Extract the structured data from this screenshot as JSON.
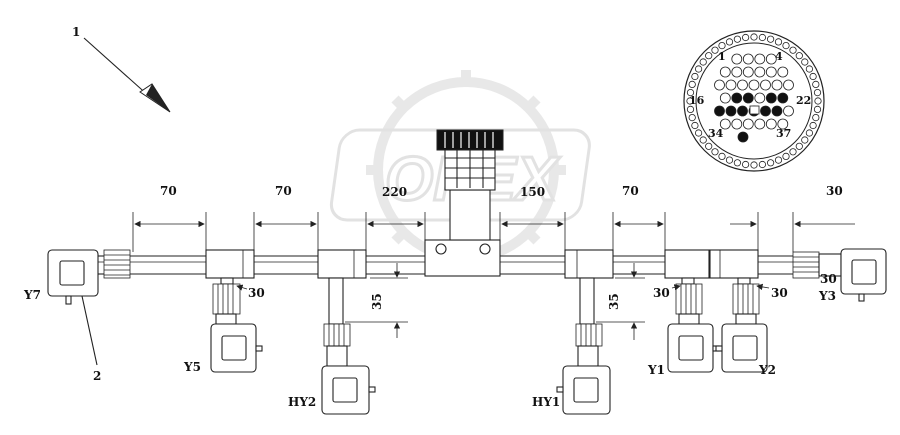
{
  "callouts": {
    "item_1": "1",
    "item_2": "2"
  },
  "valves": {
    "y7": "Y7",
    "y5": "Y5",
    "hy2": "HY2",
    "hy1": "HY1",
    "y1": "Y1",
    "y2": "Y2",
    "y3": "Y3"
  },
  "dimensions": {
    "d70_a": "70",
    "d70_b": "70",
    "d220": "220",
    "d150": "150",
    "d70_c": "70",
    "d30_right": "30",
    "d30_y5": "30",
    "d30_y1": "30",
    "d30_y2": "30",
    "d30_y3": "30",
    "d35_left": "35",
    "d35_right": "35"
  },
  "connector": {
    "pin_1": "1",
    "pin_4": "4",
    "pin_16": "16",
    "pin_22": "22",
    "pin_34": "34",
    "pin_37": "37",
    "rows": [
      {
        "count": 4,
        "filled": []
      },
      {
        "count": 6,
        "filled": []
      },
      {
        "count": 7,
        "filled": []
      },
      {
        "count": 6,
        "filled": [
          1,
          2,
          4,
          5
        ]
      },
      {
        "count": 7,
        "filled": [
          0,
          1,
          2,
          3,
          4,
          5
        ]
      },
      {
        "count": 6,
        "filled": []
      },
      {
        "count": 1,
        "filled": []
      }
    ]
  },
  "watermark": {
    "text": "OPEX"
  },
  "colors": {
    "ink": "#222222",
    "watermark": "#e2e2e2",
    "pin_filled": "#111111"
  }
}
